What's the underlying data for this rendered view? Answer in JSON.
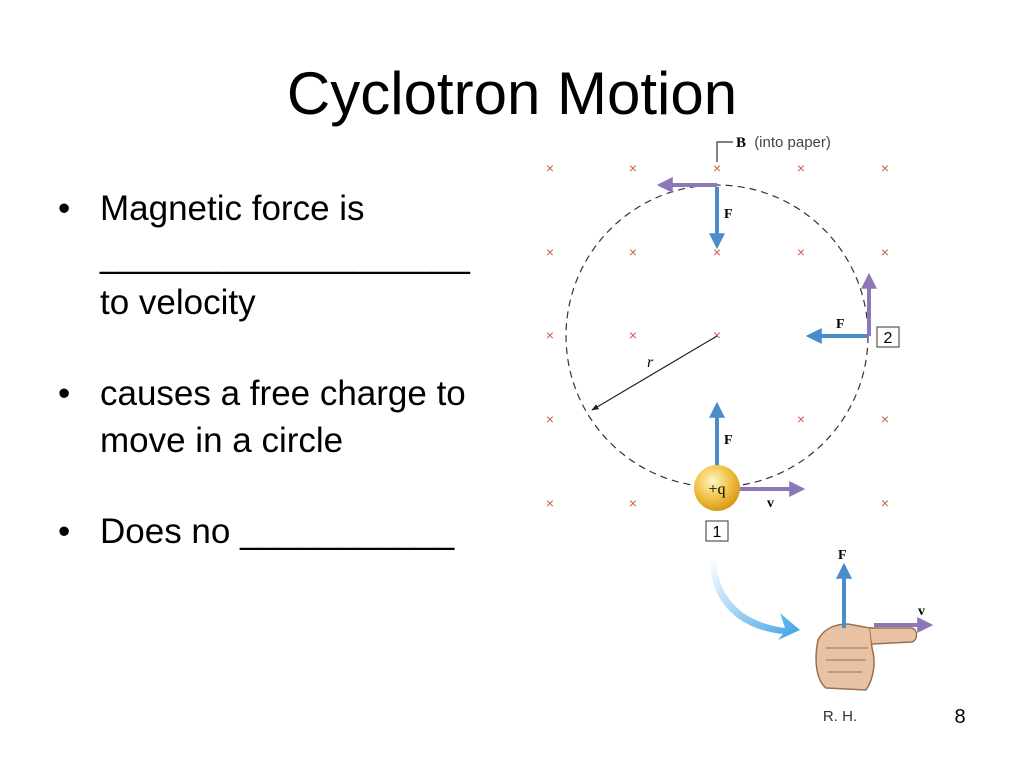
{
  "slide": {
    "title": "Cyclotron Motion",
    "page_number": "8",
    "bullets": [
      {
        "line1": "Magnetic force is",
        "blank": "___________________",
        "line3": "to velocity"
      },
      {
        "line1": "causes a free charge to",
        "line2": "move in a circle"
      },
      {
        "prefix": "Does no",
        "blank": "___________"
      }
    ]
  },
  "figure": {
    "b_field_symbol": "B",
    "b_field_note": "(into paper)",
    "force_label": "F",
    "velocity_label": "v",
    "radius_label": "r",
    "charge_label": "+q",
    "position_1": "1",
    "position_2": "2",
    "hand_label": "R. H.",
    "colors": {
      "force_arrow": "#4a8ccc",
      "velocity_arrow": "#8c78b8",
      "field_marker": "#d05a4a",
      "charge": "#f0c040"
    }
  }
}
